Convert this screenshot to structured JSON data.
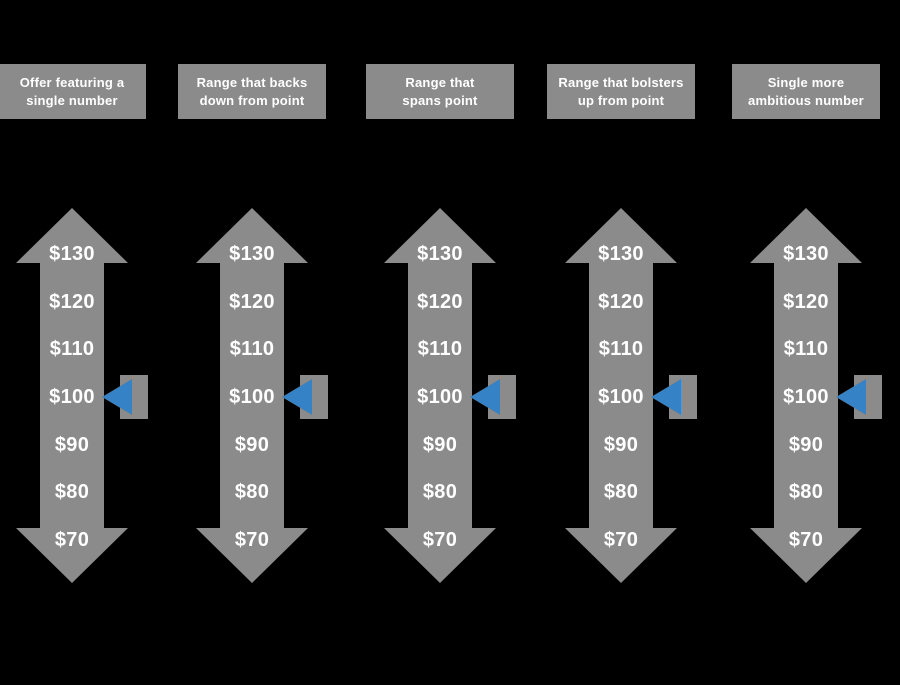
{
  "canvas": {
    "background": "#000000"
  },
  "colors": {
    "shape_gray": "#8b8b8b",
    "marker_blue": "#3583c6",
    "label_white": "#ffffff"
  },
  "scale": {
    "values": [
      "$130",
      "$120",
      "$110",
      "$100",
      "$90",
      "$80",
      "$70"
    ],
    "marker_value": "$100"
  },
  "columns": [
    {
      "header_line1": "Offer featuring a",
      "header_line2": "single number"
    },
    {
      "header_line1": "Range that backs",
      "header_line2": "down from point"
    },
    {
      "header_line1": "Range that",
      "header_line2": "spans point"
    },
    {
      "header_line1": "Range that bolsters",
      "header_line2": "up from point"
    },
    {
      "header_line1": "Single more",
      "header_line2": "ambitious number"
    }
  ]
}
